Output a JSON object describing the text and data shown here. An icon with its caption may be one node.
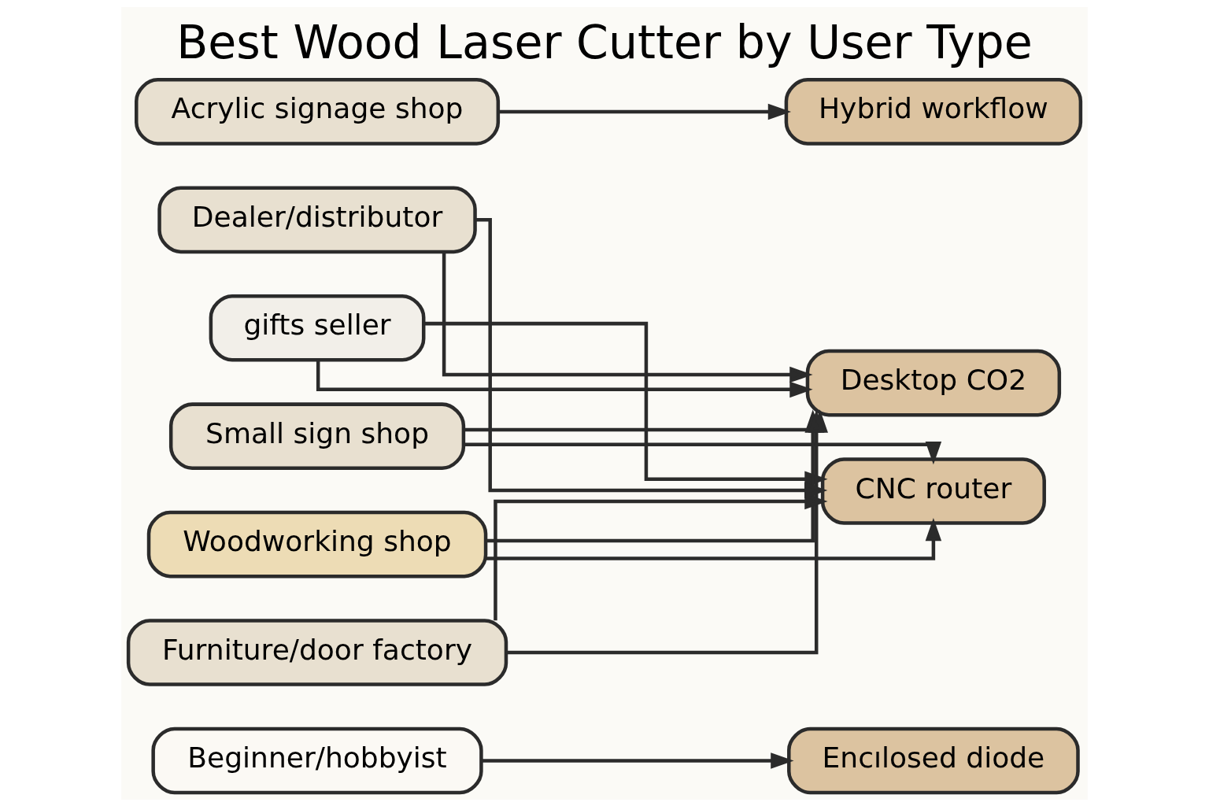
{
  "diagram": {
    "title": "Best Wood Laser Cutter by User Type",
    "nodes": [
      {
        "text": [
          "Beginner/hobbyist"
        ]
      },
      {
        "text": [
          "gifts seller"
        ]
      },
      {
        "text": [
          "Small sign shop"
        ]
      },
      {
        "text": [
          "Acrylic signage shop"
        ]
      },
      {
        "text": [
          "Woodworking shop"
        ]
      },
      {
        "text": [
          "Furniture/door factory"
        ]
      },
      {
        "text": [
          "Dealer/distributor"
        ]
      },
      {
        "text": [
          "Encılosed diode"
        ]
      },
      {
        "text": [
          "Desktop CO2"
        ]
      },
      {
        "text": [
          "CNC router"
        ]
      },
      {
        "text": [
          "Hybrid workflow"
        ]
      }
    ],
    "edges": [
      {
        "from": 0,
        "to": 7,
        "arrow": "to"
      },
      {
        "from": 1,
        "to": 8,
        "arrow": "to"
      },
      {
        "from": 1,
        "to": 9,
        "arrow": "to"
      },
      {
        "from": 2,
        "to": 8,
        "arrow": "to"
      },
      {
        "from": 2,
        "to": 9,
        "arrow": "to"
      },
      {
        "from": 3,
        "to": 10,
        "arrow": "to"
      },
      {
        "from": 4,
        "to": 8,
        "arrow": "to"
      },
      {
        "from": 4,
        "to": 9,
        "arrow": "to"
      },
      {
        "from": 5,
        "to": 8,
        "arrow": "to"
      },
      {
        "from": 5,
        "to": 9,
        "arrow": "to"
      },
      {
        "from": 6,
        "to": 8,
        "arrow": "to"
      },
      {
        "from": 6,
        "to": 9,
        "arrow": "to"
      }
    ]
  }
}
